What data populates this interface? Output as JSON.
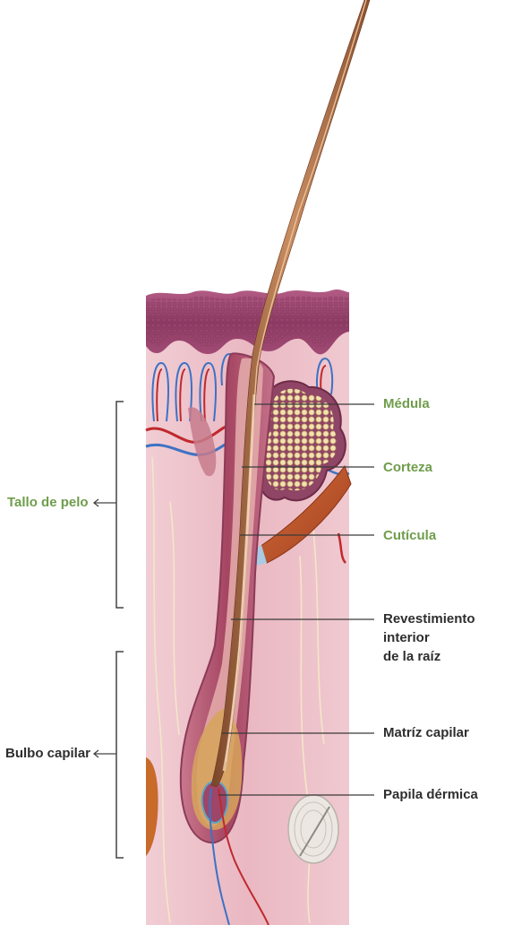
{
  "diagram": {
    "labels": {
      "medula": "Médula",
      "corteza": "Corteza",
      "cuticula": "Cutícula",
      "revestimiento_line1": "Revestimiento interior",
      "revestimiento_line2": "de la raíz",
      "matriz": "Matríz capilar",
      "papila": "Papila dérmica",
      "tallo": "Tallo de pelo",
      "bulbo": "Bulbo capilar"
    },
    "colors": {
      "green_label": "#6f9d4c",
      "dark_label": "#2e2e2e",
      "skin_background": "#ecc3cb",
      "epidermis": "#8e3b63",
      "hair": "#a86a44",
      "follicle": "#b9566f",
      "gland": "#e9d9a8",
      "vessel_red": "#c0282c",
      "vessel_blue": "#3d72c4"
    }
  }
}
